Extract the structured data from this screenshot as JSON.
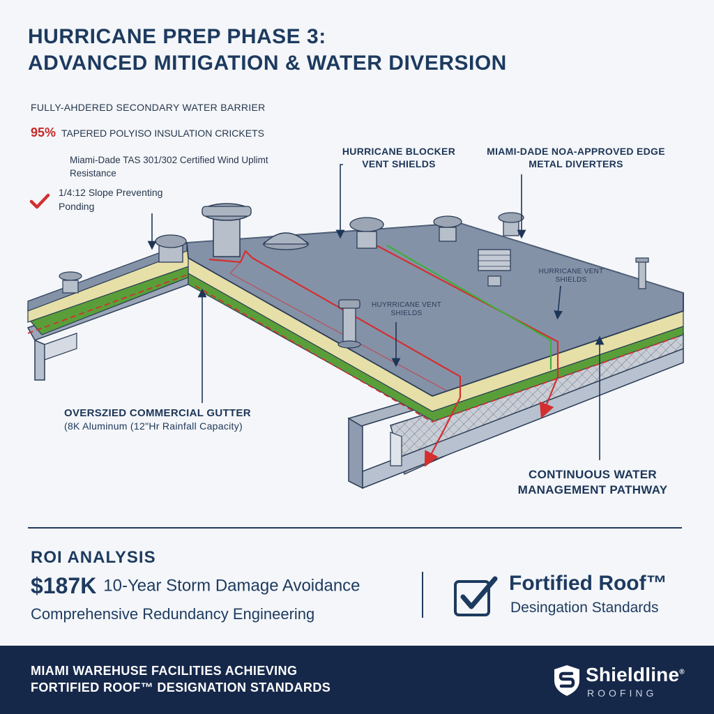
{
  "title": {
    "line1": "HURRICANE PREP PHASE 3:",
    "line2": "ADVANCED MITIGATION & WATER DIVERSION"
  },
  "features": {
    "item1": "FULLY-AHDERED SECONDARY WATER BARRIER",
    "item2_percent": "95%",
    "item2_text": "TAPERED POLYISO INSULATION CRICKETS",
    "item3": "Miami-Dade TAS 301/302 Certified Wind Uplimt Resistance",
    "item4": "1/4:12 Slope Preventing Ponding"
  },
  "callouts": {
    "blocker": "HURRICANE BLOCKER VENT SHIELDS",
    "edge": "MIAMI-DADE NOA-APPROVED EDGE METAL DIVERTERS",
    "gutter_title": "OVERSZIED COMMERCIAL GUTTER",
    "gutter_sub": "(8K Aluminum (12\"Hr Rainfall Capacity)",
    "pathway": "CONTINUOUS WATER MANAGEMENT PATHWAY",
    "mini1": "HUYRRICANE VENT SHIELDS",
    "mini2": "HURRICANE VENT SHIELDS"
  },
  "roi": {
    "heading": "ROI ANALYSIS",
    "amount": "$187K",
    "amount_desc": "10-Year Storm Damage Avoidance",
    "sub": "Comprehensive Redundancy Engineering"
  },
  "fortified": {
    "title": "Fortified Roof™",
    "sub": "Desingation Standards"
  },
  "footer": {
    "line1": "MIAMI WAREHUSE FACILITIES ACHIEVING",
    "line2": "FORTIFIED ROOF™ DESIGNATION STANDARDS",
    "brand_name": "Shieldline",
    "brand_sub": "ROOFING",
    "brand_mark": "®"
  },
  "colors": {
    "navy": "#16284a",
    "title": "#1d3a5f",
    "membrane": "#8492a8",
    "insulation": "#e6dfa8",
    "green_layer": "#5a9e3a",
    "red_path": "#d32f2f",
    "green_path": "#3fae3f"
  },
  "icons": [
    "check-icon",
    "shield-logo-icon",
    "vent-icon",
    "arrow-icon"
  ]
}
